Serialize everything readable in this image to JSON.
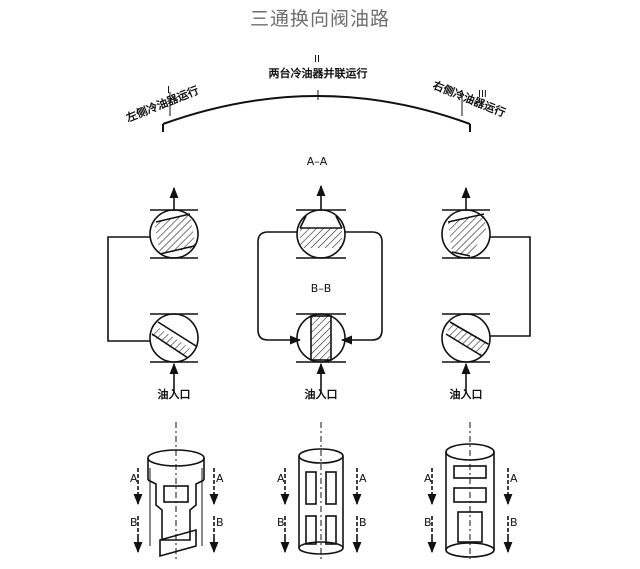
{
  "title": "三通换向阀油路",
  "positions": [
    {
      "roman": "I",
      "label": "左侧冷油器运行"
    },
    {
      "roman": "II",
      "label": "两台冷油器并联运行"
    },
    {
      "roman": "III",
      "label": "右侧冷油器运行"
    }
  ],
  "sections": {
    "top": "A–A",
    "bottom": "B–B"
  },
  "inlet_label": "油入口",
  "cut_labels": {
    "a": "A",
    "b": "B"
  }
}
